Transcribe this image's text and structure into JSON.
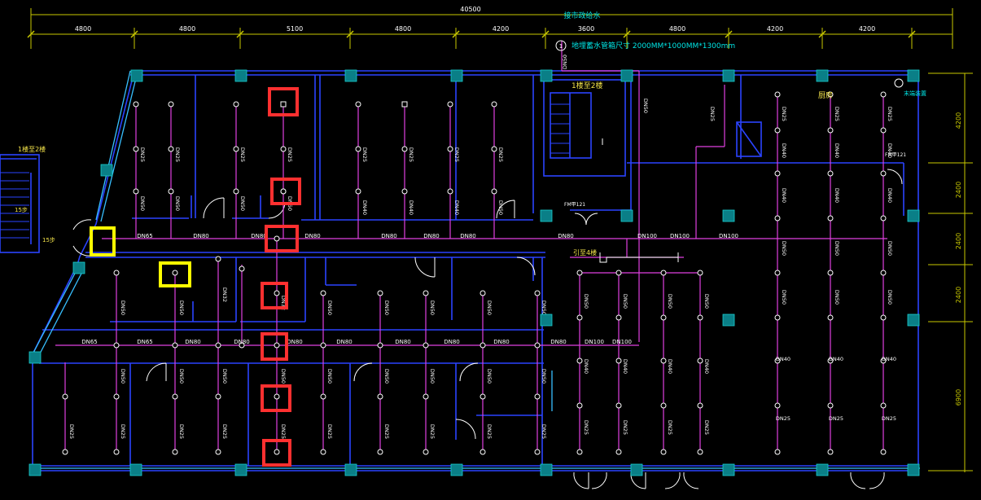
{
  "dims": {
    "overall": "40500",
    "top": [
      "4800",
      "4800",
      "5100",
      "4800",
      "4200",
      "3600",
      "4800",
      "4200",
      "4200"
    ],
    "right": [
      "4200",
      "2400",
      "2400",
      "2400",
      "6900"
    ]
  },
  "labels": {
    "top_title": "接市政给水",
    "tank": "地埋蓄水管箱尺寸 2000MM*1000MM*1300mm",
    "tank_no": "1",
    "riser_top": "DN50",
    "stair_up": "1楼至2楼",
    "stair_left": "1楼至2楼",
    "stair_15a": "15步",
    "stair_15b": "15步",
    "kitchen": "厨房",
    "end_valve": "末端装置",
    "fm_a": "FM甲121",
    "fm_b": "FM甲121",
    "yin": "引至4楼"
  },
  "pipes": {
    "main_upper": [
      "DN65",
      "DN80",
      "DN80",
      "DN80",
      "DN80",
      "DN80",
      "DN80",
      "DN80",
      "DN100",
      "DN100",
      "DN100"
    ],
    "main_lower": [
      "DN65",
      "DN65",
      "DN80",
      "DN80",
      "DN80",
      "DN80",
      "DN80",
      "DN80",
      "DN80",
      "DN80",
      "DN100",
      "DN100"
    ],
    "branch": [
      "DN40",
      "DN25",
      "DN32",
      "DN50"
    ]
  },
  "colors": {
    "background": "#000000",
    "wall": "#2a43ff",
    "wall_light": "#37c0ff",
    "pipe": "#e040e0",
    "column": "#0a7f87",
    "dimension": "#c8c800",
    "dim_text": "#ffffff",
    "yellow_text": "#f2e24a",
    "cyan_text": "#00e5e5",
    "red_highlight": "#ff3030",
    "yellow_highlight": "#ffff00"
  }
}
